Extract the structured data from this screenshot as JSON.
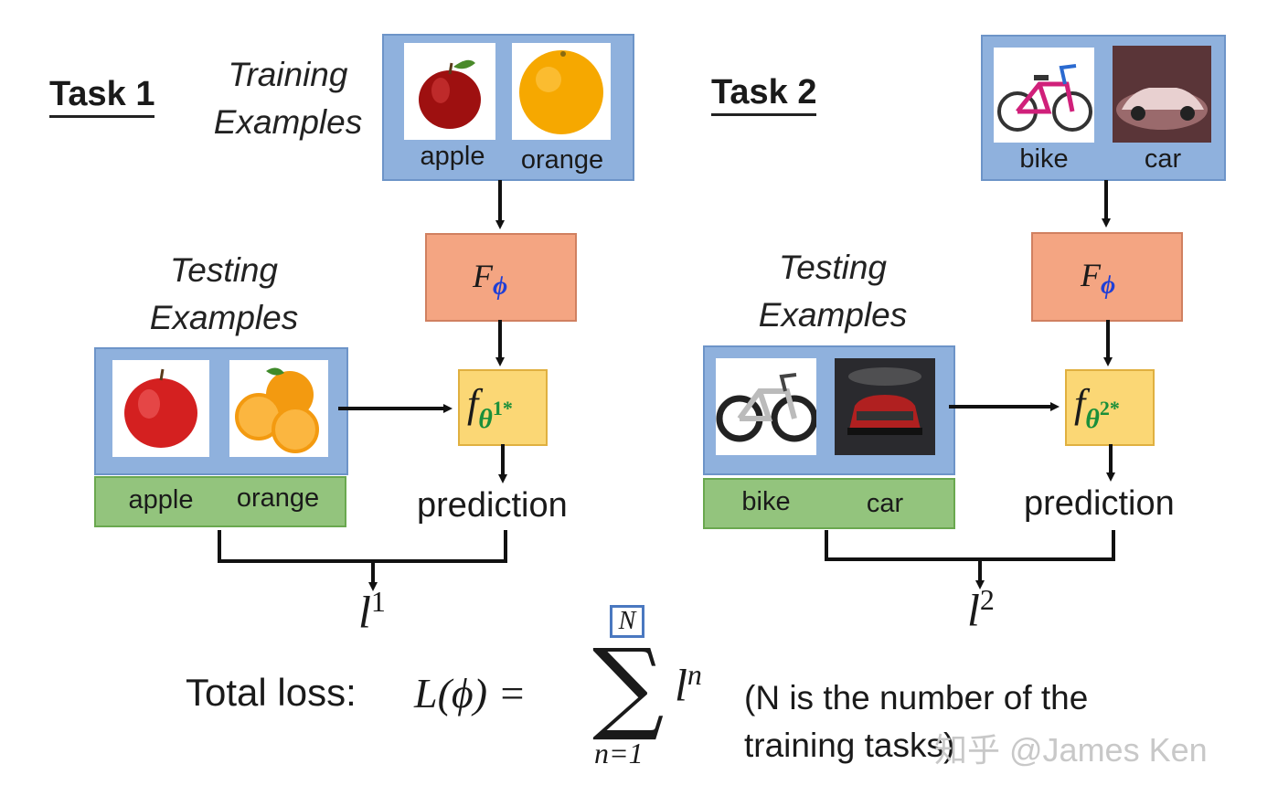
{
  "task1": {
    "title": "Task 1",
    "training_label_line1": "Training",
    "training_label_line2": "Examples",
    "training_captions": [
      "apple",
      "orange"
    ],
    "testing_label_line1": "Testing",
    "testing_label_line2": "Examples",
    "testing_captions": [
      "apple",
      "orange"
    ],
    "f_phi": "F",
    "f_phi_sub": "ϕ",
    "f_theta": "f",
    "f_theta_sub": "θ",
    "f_theta_sup": "1*",
    "prediction": "prediction",
    "loss": "l",
    "loss_sup": "1"
  },
  "task2": {
    "title": "Task 2",
    "training_captions": [
      "bike",
      "car"
    ],
    "testing_label_line1": "Testing",
    "testing_label_line2": "Examples",
    "testing_captions": [
      "bike",
      "car"
    ],
    "f_phi": "F",
    "f_phi_sub": "ϕ",
    "f_theta": "f",
    "f_theta_sub": "θ",
    "f_theta_sup": "2*",
    "prediction": "prediction",
    "loss": "l",
    "loss_sup": "2"
  },
  "total_loss": {
    "label": "Total loss:",
    "lhs": "L(ϕ) =",
    "sum_symbol": "∑",
    "sum_upper": "N",
    "sum_lower": "n=1",
    "term": "l",
    "term_sup": "n",
    "note_line1": "(N is the number of the",
    "note_line2": "training tasks)"
  },
  "watermark": "知乎 @James Ken",
  "colors": {
    "image_panel": "#8fb1dd",
    "label_bar": "#93c47d",
    "f_phi_box": "#f4a582",
    "f_theta_box": "#fbd775",
    "phi_color": "#1f3fd6",
    "theta_color": "#1a8f3a"
  }
}
